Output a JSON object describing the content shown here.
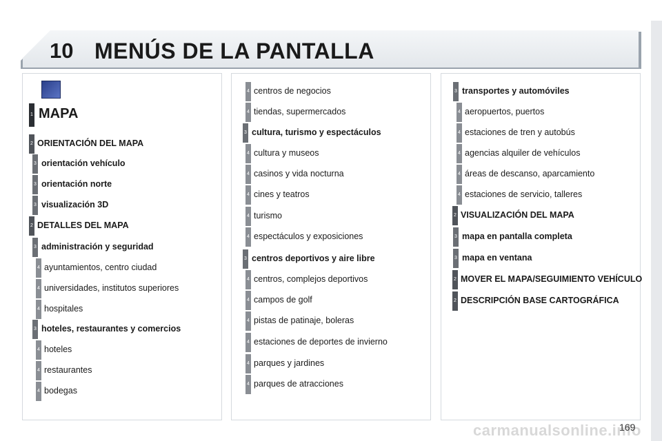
{
  "header": {
    "chapter_number": "10",
    "title": "MENÚS DE LA PANTALLA"
  },
  "page_number": "169",
  "watermark": "carmanualsonline.info",
  "col1": [
    {
      "level": "1",
      "label": "MAPA"
    },
    {
      "level": "2",
      "label": "ORIENTACIÓN DEL MAPA"
    },
    {
      "level": "3",
      "label": "orientación vehículo"
    },
    {
      "level": "3",
      "label": "orientación norte"
    },
    {
      "level": "3",
      "label": "visualización 3D"
    },
    {
      "level": "2",
      "label": "DETALLES DEL MAPA"
    },
    {
      "level": "3",
      "label": "administración y seguridad"
    },
    {
      "level": "4",
      "label": "ayuntamientos, centro ciudad"
    },
    {
      "level": "4",
      "label": "universidades, institutos superiores"
    },
    {
      "level": "4",
      "label": "hospitales"
    },
    {
      "level": "3",
      "label": "hoteles, restaurantes y comercios"
    },
    {
      "level": "4",
      "label": "hoteles"
    },
    {
      "level": "4",
      "label": "restaurantes"
    },
    {
      "level": "4",
      "label": "bodegas"
    }
  ],
  "col2": [
    {
      "level": "4",
      "label": "centros de negocios"
    },
    {
      "level": "4",
      "label": "tiendas, supermercados"
    },
    {
      "level": "3",
      "label": "cultura, turismo y espectáculos"
    },
    {
      "level": "4",
      "label": "cultura y museos"
    },
    {
      "level": "4",
      "label": "casinos y vida nocturna"
    },
    {
      "level": "4",
      "label": "cines y teatros"
    },
    {
      "level": "4",
      "label": "turismo"
    },
    {
      "level": "4",
      "label": "espectáculos y exposiciones"
    },
    {
      "level": "3",
      "label": "centros deportivos y aire libre"
    },
    {
      "level": "4",
      "label": "centros, complejos deportivos"
    },
    {
      "level": "4",
      "label": "campos de golf"
    },
    {
      "level": "4",
      "label": "pistas de patinaje, boleras"
    },
    {
      "level": "4",
      "label": "estaciones de deportes de invierno"
    },
    {
      "level": "4",
      "label": "parques y jardines"
    },
    {
      "level": "4",
      "label": "parques de atracciones"
    }
  ],
  "col3": [
    {
      "level": "3",
      "label": "transportes y automóviles"
    },
    {
      "level": "4",
      "label": "aeropuertos, puertos"
    },
    {
      "level": "4",
      "label": "estaciones de tren y autobús"
    },
    {
      "level": "4",
      "label": "agencias alquiler de vehículos"
    },
    {
      "level": "4",
      "label": "áreas de descanso, aparcamiento"
    },
    {
      "level": "4",
      "label": "estaciones de servicio, talleres"
    },
    {
      "level": "2",
      "label": "VISUALIZACIÓN DEL MAPA"
    },
    {
      "level": "3",
      "label": "mapa en pantalla completa"
    },
    {
      "level": "3",
      "label": "mapa en ventana"
    },
    {
      "level": "2",
      "label": "MOVER EL MAPA/SEGUIMIENTO VEHÍCULO"
    },
    {
      "level": "2",
      "label": "DESCRIPCIÓN BASE CARTOGRÁFICA"
    }
  ]
}
